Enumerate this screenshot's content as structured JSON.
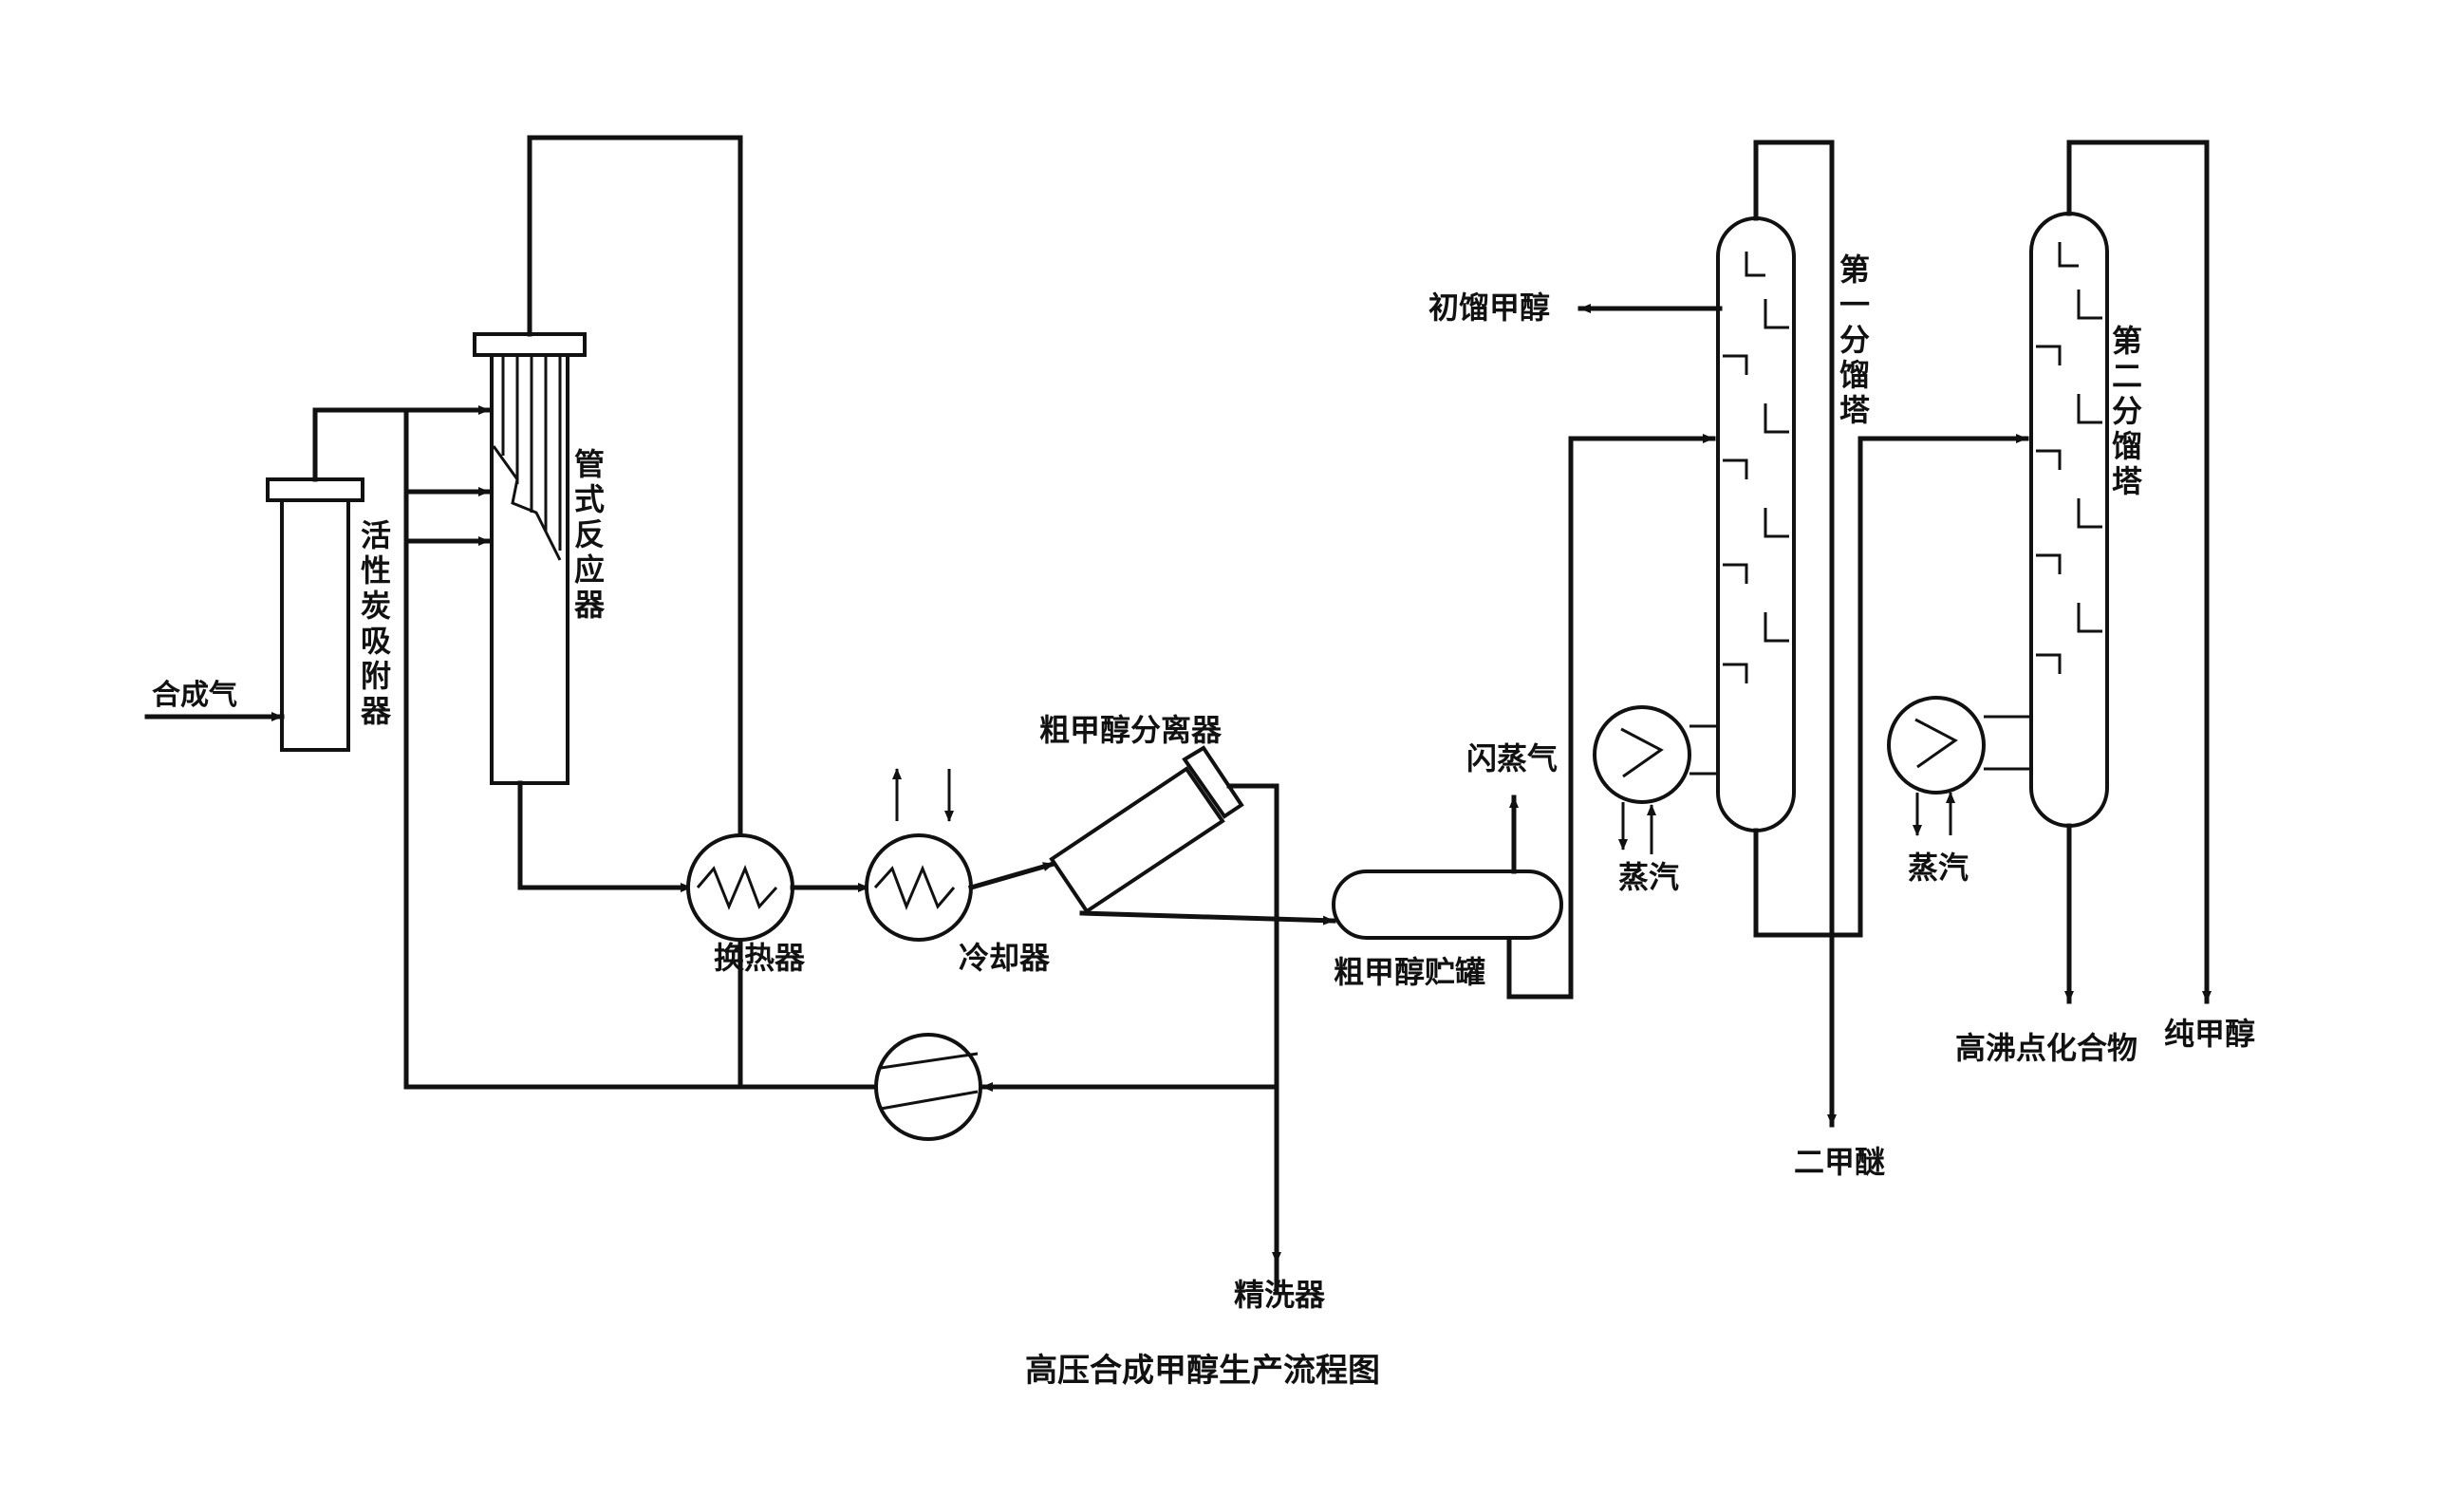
{
  "labels": {
    "syngas": "合成气",
    "adsorber": [
      "活",
      "性",
      "炭",
      "吸",
      "附",
      "器"
    ],
    "reactor": [
      "管",
      "式",
      "反",
      "应",
      "器"
    ],
    "heat_exchanger": "换热器",
    "cooler": "冷却器",
    "crude_separator": "粗甲醇分离器",
    "crude_tank": "粗甲醇贮罐",
    "flash_gas": "闪蒸气",
    "scrubber": "精洗器",
    "initial_fraction_methanol": "初馏甲醇",
    "column1": [
      "第",
      "一",
      "分",
      "馏",
      "塔"
    ],
    "column2": [
      "第",
      "二",
      "分",
      "馏",
      "塔"
    ],
    "steam1": "蒸汽",
    "steam2": "蒸汽",
    "dimethyl_ether": "二甲醚",
    "high_boiling": "高沸点化合物",
    "pure_methanol": "纯甲醇",
    "caption": "高压合成甲醇生产流程图"
  }
}
